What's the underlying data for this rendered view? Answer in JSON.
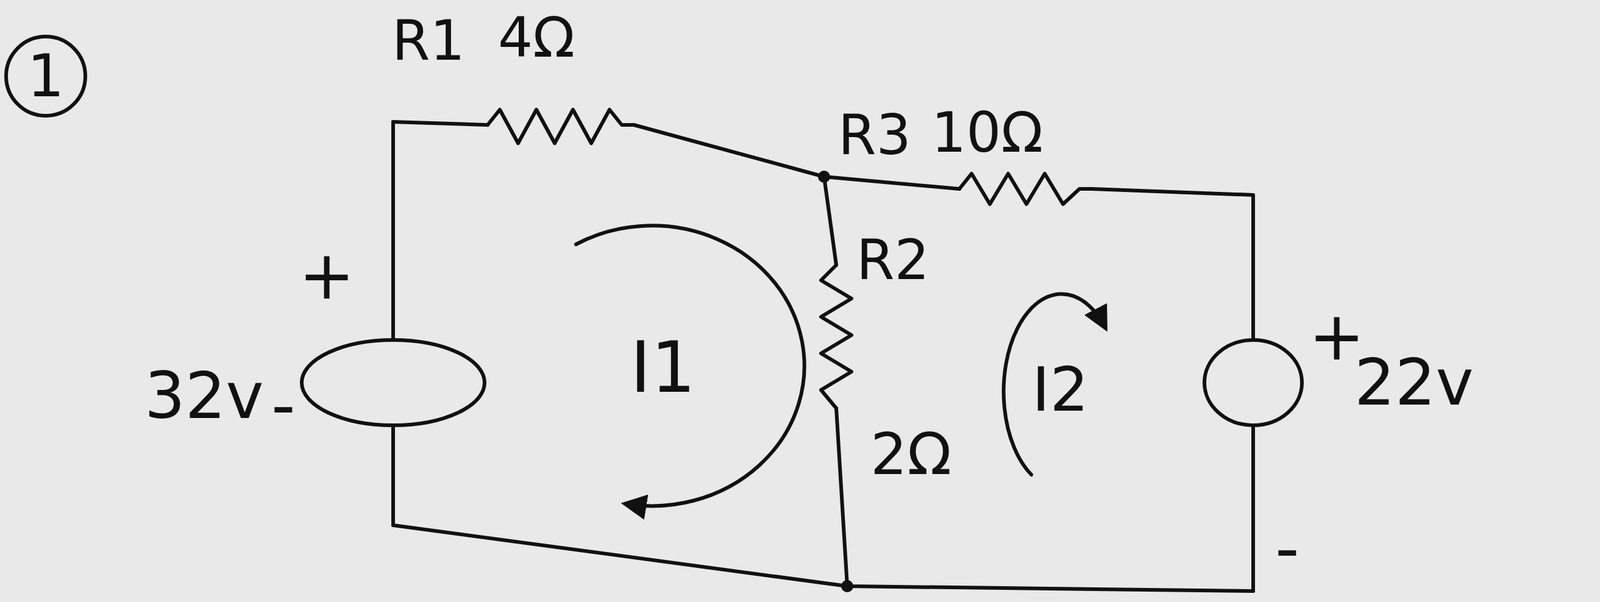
{
  "diagram": {
    "nodes": [
      {
        "text": [
          "1"
        ]
      }
    ],
    "labels": [
      "R1",
      "4Ω",
      "R3",
      "10Ω",
      "R2",
      "2Ω",
      "+",
      "32v",
      "-",
      "I1",
      "I2",
      "+",
      "22v",
      "-"
    ]
  }
}
